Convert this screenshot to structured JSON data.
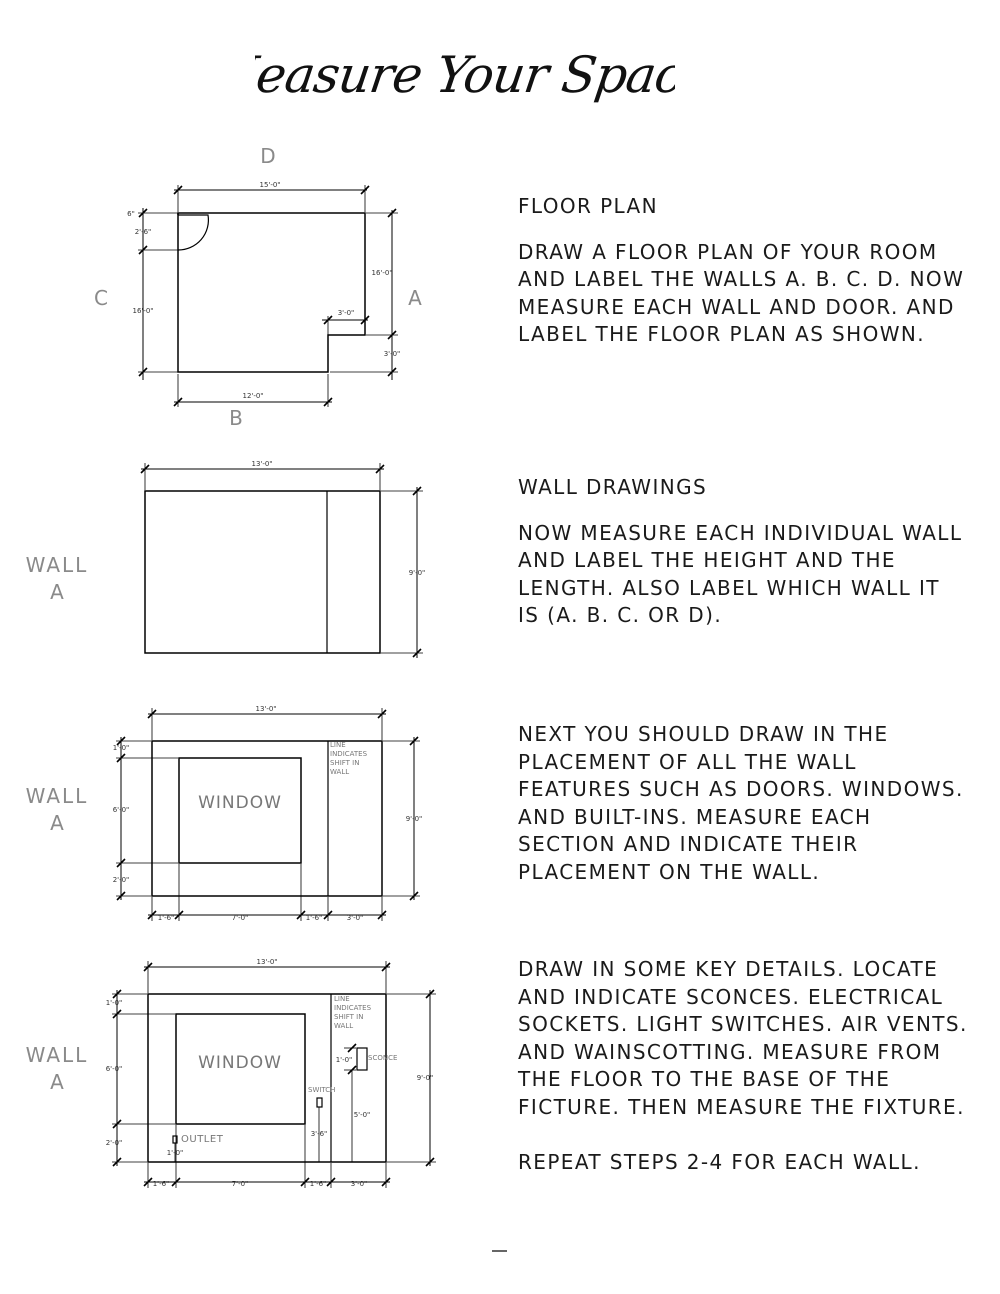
{
  "title": "Measure Your Space",
  "floor_plan": {
    "wall_labels": {
      "a": "A",
      "b": "B",
      "c": "C",
      "d": "D"
    },
    "dims": {
      "top": "15'-0\"",
      "right": "16'-0\"",
      "left": "16'-0\"",
      "bottom": "12'-0\"",
      "notch_w": "3'-0\"",
      "notch_h": "3'-0\"",
      "door_top": "6\"",
      "door_w": "2'-6\""
    }
  },
  "wall_drawing_1": {
    "wall_label_line1": "WALL",
    "wall_label_line2": "A",
    "dims": {
      "width": "13'-0\"",
      "height": "9'-0\""
    }
  },
  "wall_drawing_2": {
    "wall_label_line1": "WALL",
    "wall_label_line2": "A",
    "window_label": "WINDOW",
    "shift_note": [
      "LINE",
      "INDICATES",
      "SHIFT IN",
      "WALL"
    ],
    "dims": {
      "width": "13'-0\"",
      "height": "9'-0\"",
      "top": "1'-0\"",
      "window_h": "6'-0\"",
      "bottom": "2'-0\"",
      "left": "1'-6\"",
      "window_w": "7'-0\"",
      "gap": "1'-6\"",
      "right": "3'-0\""
    }
  },
  "wall_drawing_3": {
    "wall_label_line1": "WALL",
    "wall_label_line2": "A",
    "window_label": "WINDOW",
    "outlet_label": "OUTLET",
    "switch_label": "SWITCH",
    "sconce_label": "SCONCE",
    "shift_note": [
      "LINE",
      "INDICATES",
      "SHIFT IN",
      "WALL"
    ],
    "dims": {
      "width": "13'-0\"",
      "height": "9'-0\"",
      "top": "1'-0\"",
      "window_h": "6'-0\"",
      "bottom": "2'-0\"",
      "left": "1'-6\"",
      "window_w": "7'-0\"",
      "gap": "1'-6\"",
      "right": "3'-0\"",
      "outlet_h": "1'-0\"",
      "switch_h": "3'-6\"",
      "sconce_h": "5'-0\"",
      "sconce_size": "1'-0\""
    }
  },
  "instructions": {
    "floor_plan_heading": "FLOOR PLAN",
    "floor_plan_text": "DRAW A FLOOR PLAN OF YOUR ROOM AND LABEL THE WALLS A. B. C. D. NOW MEASURE EACH WALL AND DOOR. AND LABEL THE FLOOR PLAN AS SHOWN.",
    "wall_heading": "WALL DRAWINGS",
    "wall_text": "NOW MEASURE EACH INDIVIDUAL WALL AND LABEL THE HEIGHT AND THE LENGTH. ALSO LABEL WHICH WALL IT IS (A. B. C. OR D).",
    "features_text": "NEXT YOU SHOULD DRAW IN THE PLACEMENT OF ALL THE WALL FEATURES SUCH AS DOORS. WINDOWS. AND BUILT-INS. MEASURE EACH SECTION AND INDICATE THEIR PLACEMENT ON THE WALL.",
    "details_text": "DRAW IN SOME KEY DETAILS. LOCATE AND INDICATE SCONCES. ELECTRICAL SOCKETS. LIGHT SWITCHES. AIR VENTS. AND WAINSCOTTING. MEASURE FROM THE FLOOR TO THE BASE OF THE FICTURE. THEN MEASURE THE FIXTURE.",
    "repeat_text": "REPEAT STEPS 2-4 FOR EACH WALL."
  }
}
